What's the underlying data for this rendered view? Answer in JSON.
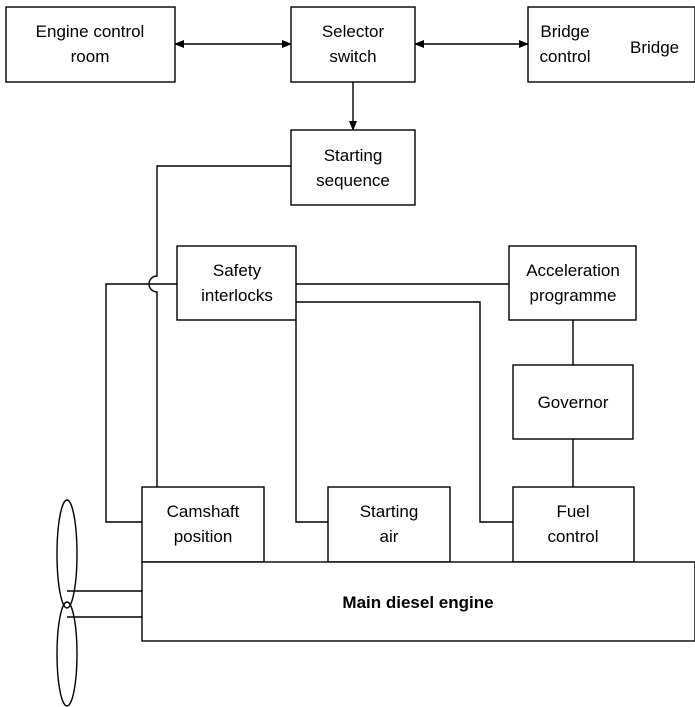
{
  "colors": {
    "line": "#000000",
    "background": "#ffffff"
  },
  "nodes": {
    "engine_control_room": [
      "Engine control",
      "room"
    ],
    "selector_switch": [
      "Selector",
      "switch"
    ],
    "bridge_control": [
      "Bridge",
      "control"
    ],
    "bridge": "Bridge",
    "starting_sequence": [
      "Starting",
      "sequence"
    ],
    "safety_interlocks": [
      "Safety",
      "interlocks"
    ],
    "acceleration_programme": [
      "Acceleration",
      "programme"
    ],
    "governor": "Governor",
    "camshaft_position": [
      "Camshaft",
      "position"
    ],
    "starting_air": [
      "Starting",
      "air"
    ],
    "fuel_control": [
      "Fuel",
      "control"
    ],
    "main_diesel_engine": "Main diesel engine"
  }
}
